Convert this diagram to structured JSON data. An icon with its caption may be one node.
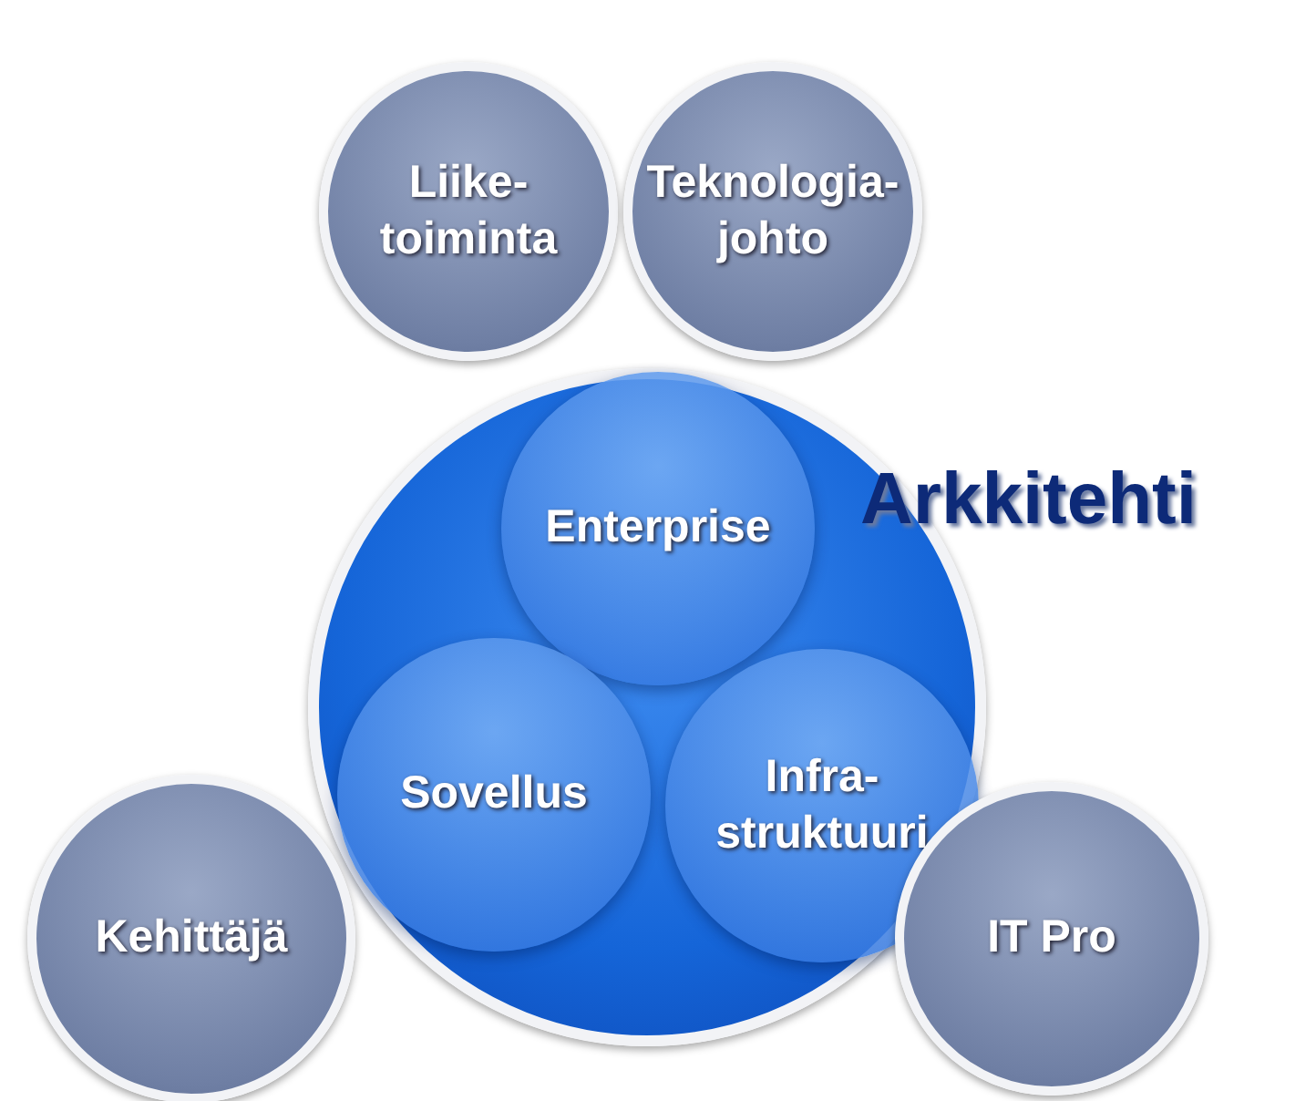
{
  "diagram": {
    "nodes": [
      {
        "text": [
          "Liike- toiminta"
        ]
      },
      {
        "text": [
          "Teknologia- johto"
        ]
      },
      {
        "text": [],
        "shape": "circle",
        "beside": [
          "Arkkitehti"
        ]
      },
      {
        "text": [
          "Enterprise"
        ],
        "in": 2
      },
      {
        "text": [
          "Sovellus"
        ],
        "in": 2
      },
      {
        "text": [
          "Infra- struktuuri"
        ],
        "in": 2
      },
      {
        "text": [
          "Kehittäjä"
        ]
      },
      {
        "text": [
          "IT Pro"
        ]
      }
    ],
    "edges": []
  }
}
